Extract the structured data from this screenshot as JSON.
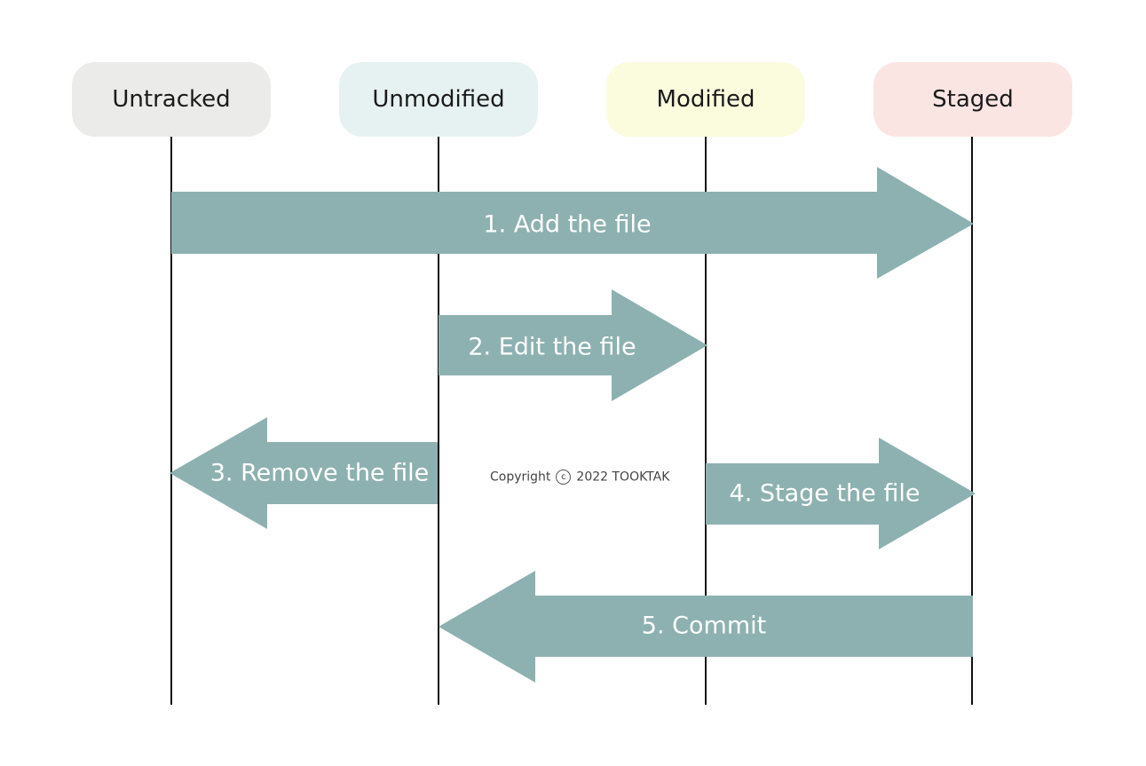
{
  "colors": {
    "arrow": "#8db1b0",
    "lifeline": "#111111",
    "untracked_bg": "#ebebea",
    "unmodified_bg": "#e6f2f1",
    "modified_bg": "#fbfbde",
    "staged_bg": "#fbe5e2"
  },
  "states": [
    {
      "label": "Untracked"
    },
    {
      "label": "Unmodified"
    },
    {
      "label": "Modified"
    },
    {
      "label": "Staged"
    }
  ],
  "steps": [
    {
      "label": "1. Add the file",
      "from": "Untracked",
      "to": "Staged"
    },
    {
      "label": "2. Edit the file",
      "from": "Unmodified",
      "to": "Modified"
    },
    {
      "label": "3. Remove the file",
      "from": "Unmodified",
      "to": "Untracked"
    },
    {
      "label": "4. Stage the file",
      "from": "Modified",
      "to": "Staged"
    },
    {
      "label": "5. Commit",
      "from": "Staged",
      "to": "Unmodified"
    }
  ],
  "copyright": {
    "prefix": "Copyright",
    "symbol": "c",
    "suffix": "2022 TOOKTAK"
  }
}
